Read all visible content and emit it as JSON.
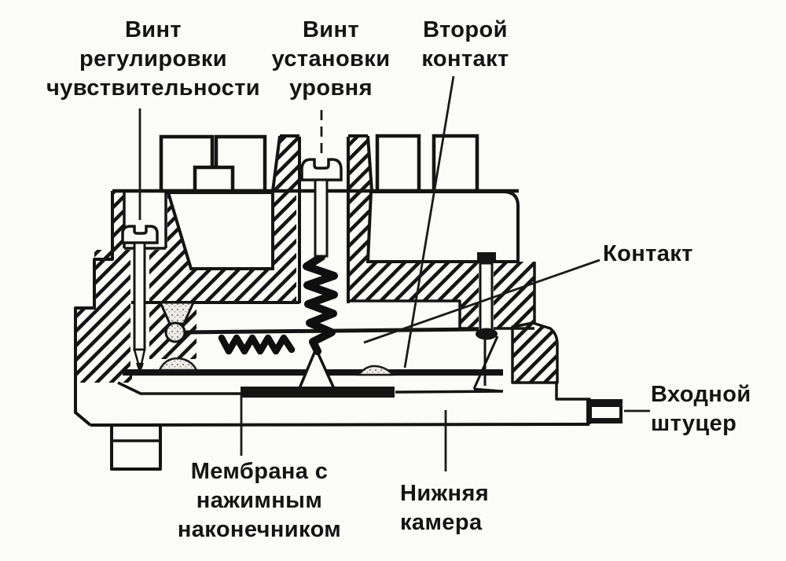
{
  "diagram": {
    "background": "#fbfbf8",
    "ink": "#141414",
    "labels": {
      "sensitivity_screw": "Винт\nрегулировки\nчувствительности",
      "level_screw": "Винт\nустановки\nуровня",
      "second_contact": "Второй\nконтакт",
      "contact": "Контакт",
      "inlet_fitting": "Входной\nштуцер",
      "membrane": "Мембрана с\nнажимным\nнаконечником",
      "lower_chamber": "Нижняя\nкамера"
    }
  }
}
